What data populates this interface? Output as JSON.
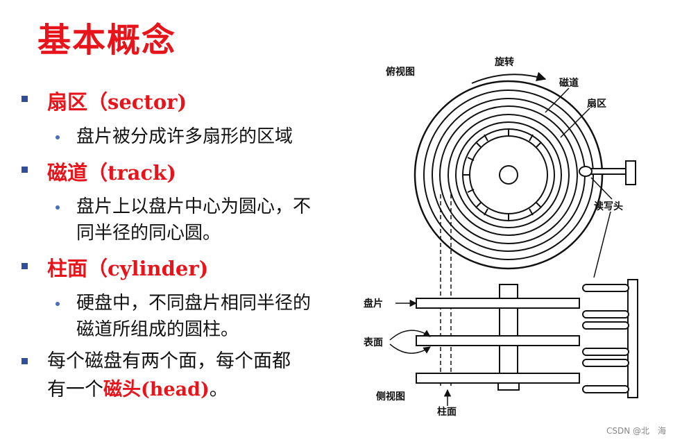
{
  "title": "基本概念",
  "items": [
    {
      "heading": "扇区（sector)",
      "detail": "盘片被分成许多扇形的区域"
    },
    {
      "heading": "磁道（track)",
      "detail_line1": "盘片上以盘片中心为圆心，不",
      "detail_line2": "同半径的同心圆。"
    },
    {
      "heading": "柱面（cylinder)",
      "detail_line1": "硬盘中，不同盘片相同半径的",
      "detail_line2": "磁道所组成的圆柱。"
    }
  ],
  "last": {
    "line1": "每个磁盘有两个面，每个面都",
    "line2_pre": "有一个",
    "line2_red": "磁头(head)",
    "line2_post": "。"
  },
  "diagram": {
    "top_view": "俯视图",
    "rotation": "旋转",
    "track": "磁道",
    "sector": "扇区",
    "rw_head": "读写头",
    "platter": "盘片",
    "surface": "表面",
    "side_view": "侧视图",
    "cylinder": "柱面"
  },
  "credit": "CSDN @北　海"
}
